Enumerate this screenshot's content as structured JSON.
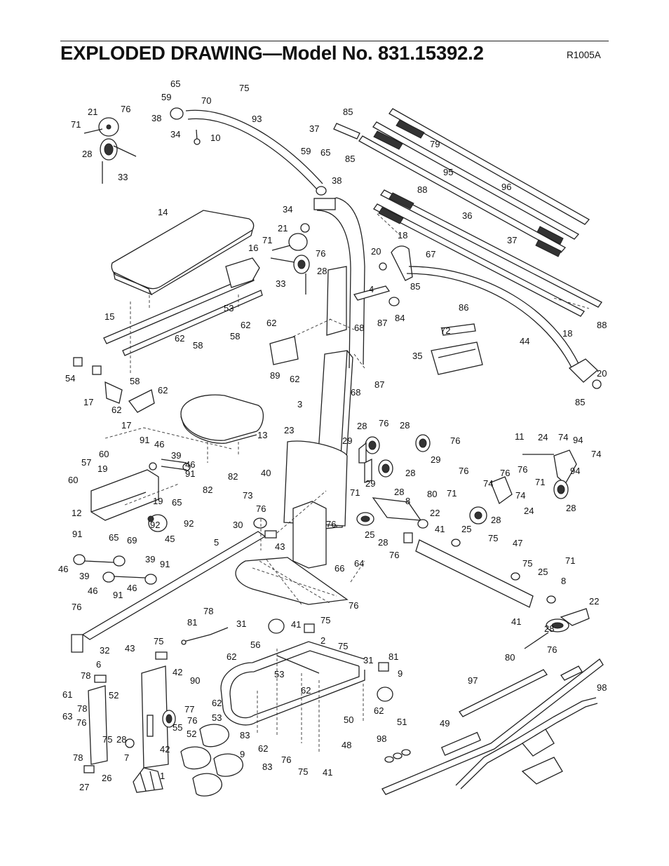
{
  "header": {
    "title": "EXPLODED DRAWING—Model No. 831.15392.2",
    "code": "R1005A"
  },
  "callouts": [
    "65",
    "70",
    "75",
    "59",
    "93",
    "38",
    "21",
    "76",
    "71",
    "34",
    "10",
    "28",
    "33",
    "37",
    "85",
    "79",
    "95",
    "96",
    "59",
    "65",
    "38",
    "85",
    "88",
    "14",
    "34",
    "71",
    "21",
    "76",
    "16",
    "33",
    "28",
    "18",
    "37",
    "67",
    "36",
    "20",
    "85",
    "4",
    "84",
    "53",
    "62",
    "62",
    "58",
    "62",
    "58",
    "15",
    "68",
    "87",
    "86",
    "72",
    "62",
    "89",
    "54",
    "62",
    "58",
    "62",
    "17",
    "17",
    "68",
    "87",
    "35",
    "44",
    "18",
    "88",
    "20",
    "85",
    "3",
    "13",
    "23",
    "28",
    "76",
    "28",
    "29",
    "76",
    "29",
    "91",
    "46",
    "39",
    "46",
    "60",
    "57",
    "19",
    "91",
    "65",
    "82",
    "82",
    "12",
    "60",
    "19",
    "92",
    "65",
    "69",
    "92",
    "45",
    "40",
    "73",
    "76",
    "30",
    "43",
    "29",
    "28",
    "28",
    "71",
    "80",
    "8",
    "22",
    "25",
    "28",
    "76",
    "41",
    "11",
    "24",
    "74",
    "94",
    "74",
    "76",
    "76",
    "94",
    "74",
    "74",
    "71",
    "24",
    "71",
    "28",
    "76",
    "28",
    "25",
    "91",
    "46",
    "39",
    "46",
    "91",
    "46",
    "39",
    "91",
    "5",
    "66",
    "64",
    "76",
    "75",
    "47",
    "75",
    "25",
    "71",
    "8",
    "22",
    "41",
    "28",
    "80",
    "76",
    "76",
    "32",
    "81",
    "31",
    "41",
    "75",
    "2",
    "76",
    "78",
    "43",
    "75",
    "56",
    "6",
    "42",
    "78",
    "90",
    "61",
    "52",
    "78",
    "63",
    "76",
    "77",
    "28",
    "75",
    "76",
    "55",
    "52",
    "7",
    "42",
    "78",
    "27",
    "26",
    "1",
    "9",
    "62",
    "53",
    "62",
    "62",
    "53",
    "83",
    "62",
    "83",
    "76",
    "75",
    "41",
    "75",
    "31",
    "81",
    "9",
    "62",
    "51",
    "50",
    "48",
    "98",
    "97",
    "49",
    "98"
  ]
}
